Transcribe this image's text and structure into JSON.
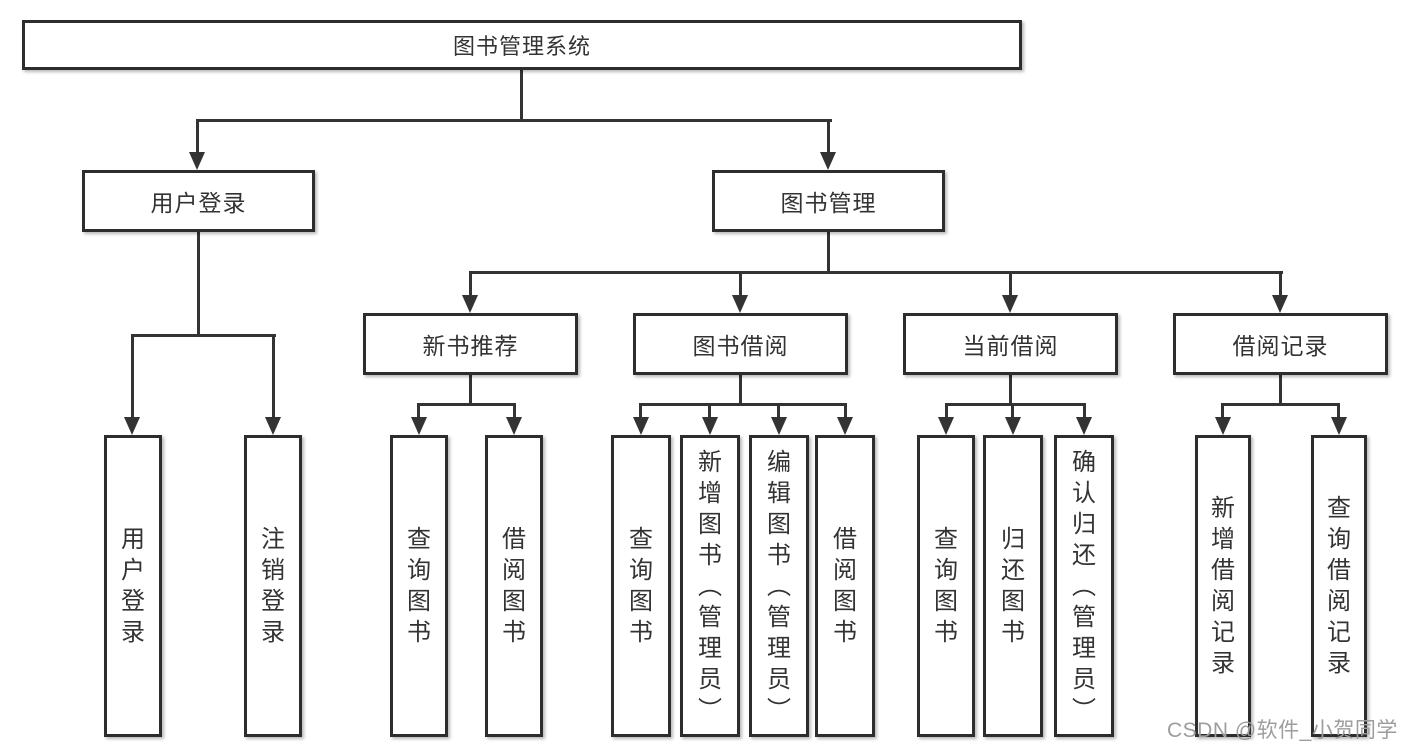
{
  "diagram": {
    "title": "图书管理系统",
    "type": "hierarchy-tree",
    "colors": {
      "border": "#2d2d2d",
      "line": "#333333",
      "text": "#333333",
      "background": "#ffffff",
      "watermark": "#9d9d9d"
    },
    "tree": {
      "label": "图书管理系统",
      "children": [
        {
          "label": "用户登录",
          "children": [
            {
              "label": "用户登录"
            },
            {
              "label": "注销登录"
            }
          ]
        },
        {
          "label": "图书管理",
          "children": [
            {
              "label": "新书推荐",
              "children": [
                {
                  "label": "查询图书"
                },
                {
                  "label": "借阅图书"
                }
              ]
            },
            {
              "label": "图书借阅",
              "children": [
                {
                  "label": "查询图书"
                },
                {
                  "label": "新增图书（管理员）"
                },
                {
                  "label": "编辑图书（管理员）"
                },
                {
                  "label": "借阅图书"
                }
              ]
            },
            {
              "label": "当前借阅",
              "children": [
                {
                  "label": "查询图书"
                },
                {
                  "label": "归还图书"
                },
                {
                  "label": "确认归还（管理员）"
                }
              ]
            },
            {
              "label": "借阅记录",
              "children": [
                {
                  "label": "新增借阅记录"
                },
                {
                  "label": "查询借阅记录"
                }
              ]
            }
          ]
        }
      ]
    },
    "watermark": {
      "text": "CSDN @软件_小贺同学"
    }
  }
}
